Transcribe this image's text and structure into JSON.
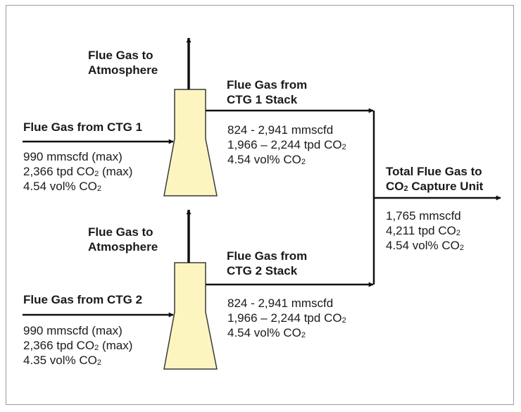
{
  "colors": {
    "stack_fill": "#fdf5c0",
    "stack_stroke": "#3a3a3a",
    "line": "#111111"
  },
  "stack1": {
    "atmosphere_label": [
      "Flue Gas to",
      "Atmosphere"
    ],
    "inlet": {
      "title": "Flue Gas from CTG 1",
      "flow": "990 mmscfd (max)",
      "co2_pre": "2,366 tpd CO",
      "co2_sub": "2",
      "co2_post": " (max)",
      "vol_pre": "4.54 vol% CO",
      "vol_sub": "2"
    },
    "outlet": {
      "title": [
        "Flue Gas from",
        "CTG 1 Stack"
      ],
      "flow": "824 - 2,941 mmscfd",
      "co2_pre": "1,966 – 2,244 tpd CO",
      "co2_sub": "2",
      "vol_pre": "4.54 vol% CO",
      "vol_sub": "2"
    }
  },
  "stack2": {
    "atmosphere_label": [
      "Flue Gas to",
      "Atmosphere"
    ],
    "inlet": {
      "title": "Flue Gas from CTG 2",
      "flow": "990 mmscfd (max)",
      "co2_pre": "2,366 tpd CO",
      "co2_sub": "2",
      "co2_post": " (max)",
      "vol_pre": "4.35 vol% CO",
      "vol_sub": "2"
    },
    "outlet": {
      "title": [
        "Flue Gas from",
        "CTG 2 Stack"
      ],
      "flow": "824 - 2,941 mmscfd",
      "co2_pre": "1,966 – 2,244 tpd CO",
      "co2_sub": "2",
      "vol_pre": "4.54 vol% CO",
      "vol_sub": "2"
    }
  },
  "total": {
    "title_line1": "Total Flue Gas to",
    "title_line2_pre": "CO",
    "title_line2_sub": "2",
    "title_line2_post": " Capture Unit",
    "flow": "1,765 mmscfd",
    "co2_pre": "4,211  tpd CO",
    "co2_sub": "2",
    "vol_pre": "4.54 vol% CO",
    "vol_sub": "2"
  }
}
